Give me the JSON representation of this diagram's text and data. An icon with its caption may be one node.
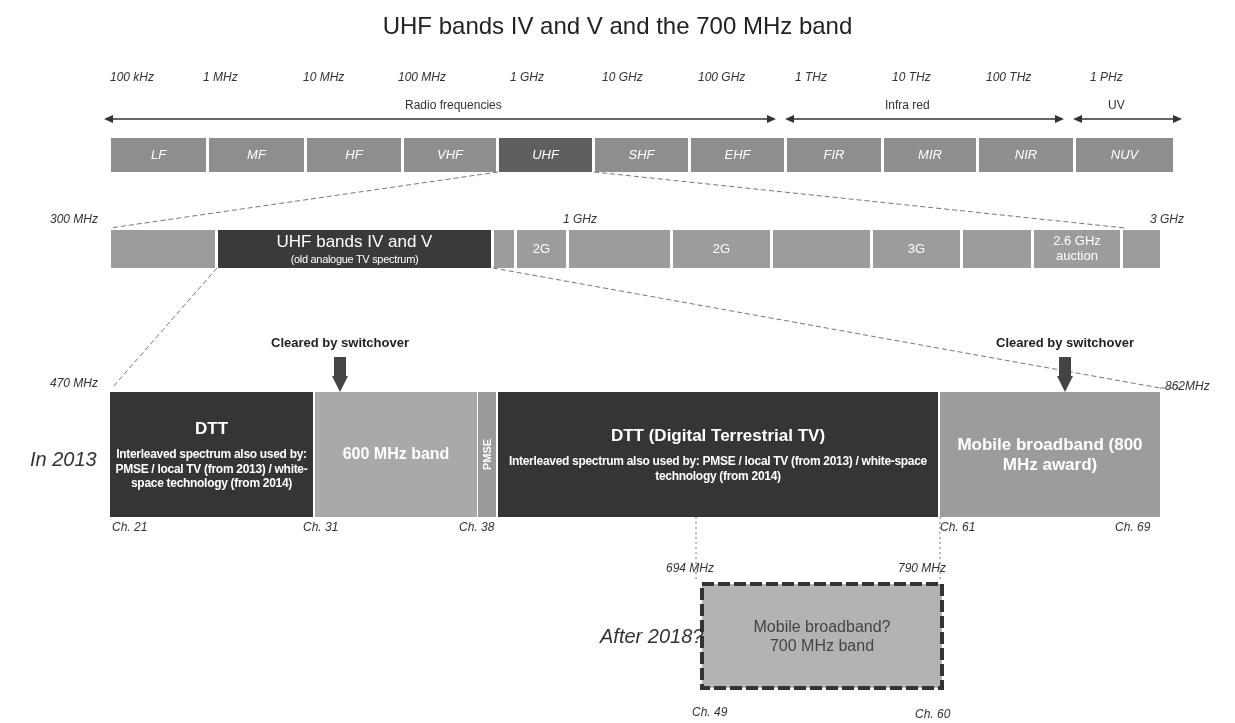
{
  "diagram": {
    "title": "UHF bands IV and V and the 700 MHz band",
    "nodes": [
      {
        "text": [
          "LF"
        ]
      },
      {
        "text": [
          "MF"
        ]
      },
      {
        "text": [
          "HF"
        ]
      },
      {
        "text": [
          "VHF"
        ]
      },
      {
        "text": [
          "UHF"
        ]
      },
      {
        "text": [
          "SHF"
        ]
      },
      {
        "text": [
          "EHF"
        ]
      },
      {
        "text": [
          "FIR"
        ]
      },
      {
        "text": [
          "MIR"
        ]
      },
      {
        "text": [
          "NIR"
        ]
      },
      {
        "text": [
          "NUV"
        ]
      },
      {
        "text": [],
        "shape": "box"
      },
      {
        "text": [
          "UHF bands IV and V",
          "(old analogue TV spectrum)"
        ]
      },
      {
        "text": [],
        "shape": "box"
      },
      {
        "text": [
          "2G"
        ]
      },
      {
        "text": [],
        "shape": "box"
      },
      {
        "text": [
          "2G"
        ]
      },
      {
        "text": [],
        "shape": "box"
      },
      {
        "text": [
          "3G"
        ]
      },
      {
        "text": [],
        "shape": "box"
      },
      {
        "text": [
          "2.6 GHz auction"
        ]
      },
      {
        "text": [],
        "shape": "box"
      },
      {
        "text": [
          "Cleared by switchover"
        ]
      },
      {
        "text": [
          "Cleared by switchover"
        ]
      },
      {
        "text": [
          "DTT",
          "Interleaved spectrum also used by: PMSE / local TV (from 2013) / white-space technology (from 2014)"
        ]
      },
      {
        "text": [
          "600 MHz band"
        ]
      },
      {
        "text": [
          "PMSE"
        ]
      },
      {
        "text": [
          "DTT (Digital Terrestrial TV)",
          "Interleaved spectrum also used by: PMSE / local TV (from 2013) / white-space technology (from 2014)"
        ]
      },
      {
        "text": [
          "Mobile broadband (800 MHz award)"
        ]
      },
      {
        "text": [
          "Mobile broadband?",
          "700 MHz band"
        ]
      }
    ],
    "edges": [
      {
        "from": 22,
        "to": 25,
        "arrow": "to"
      },
      {
        "from": 23,
        "to": 28,
        "arrow": "to"
      }
    ],
    "labels": [
      "100 kHz",
      "1 MHz",
      "10 MHz",
      "100 MHz",
      "1 GHz",
      "10 GHz",
      "100 GHz",
      "1 THz",
      "10 THz",
      "100 THz",
      "1 PHz",
      "Radio frequencies",
      "Infra red",
      "UV",
      "300 MHz",
      "1 GHz",
      "3 GHz",
      "470 MHz",
      "862MHz",
      "In 2013",
      "Ch. 21",
      "Ch. 31",
      "Ch. 38",
      "Ch. 61",
      "Ch. 69",
      "694 MHz",
      "790 MHz",
      "After 2018?",
      "Ch. 49",
      "Ch. 60"
    ]
  }
}
